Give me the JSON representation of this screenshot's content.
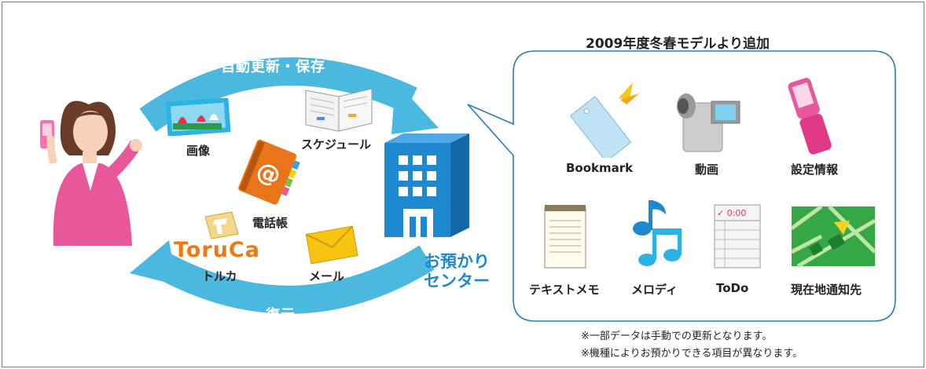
{
  "cycle": {
    "top_arrow": "自動更新・保存",
    "bottom_arrow": "復元",
    "center": {
      "line1": "お預かり",
      "line2": "センター"
    }
  },
  "items_left": {
    "image": "画像",
    "schedule": "スケジュール",
    "phonebook": "電話帳",
    "toruca": "トルカ",
    "toruca_logo": "ToruCa",
    "mail": "メール"
  },
  "panel": {
    "title": "2009年度冬春モデルより追加",
    "items": [
      "Bookmark",
      "動画",
      "設定情報",
      "テキストメモ",
      "メロディ",
      "ToDo",
      "現在地通知先"
    ]
  },
  "icon_text": {
    "at": "@",
    "todo_header": "✓ 0:00"
  },
  "notes": [
    "※一部データは手動での更新となります。",
    "※機種によりお預かりできる項目が異なります。"
  ],
  "colors": {
    "arrow": "#4bb8df",
    "accent_blue": "#1e88d0",
    "pink": "#e8579a"
  }
}
